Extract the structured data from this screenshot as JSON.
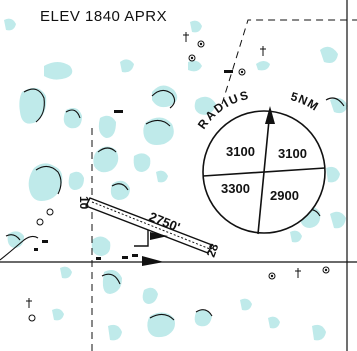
{
  "map": {
    "elevation_label": "ELEV 1840 APRX",
    "radius_label": "RADIUS",
    "radius_value": "5NM",
    "quadrants": {
      "top_left": "3100",
      "top_right": "3100",
      "bottom_left": "3300",
      "bottom_right": "2900"
    },
    "runway": {
      "length_label": "2750'",
      "end_west": "10",
      "end_east": "28"
    },
    "colors": {
      "water": "#bfeaea",
      "line": "#111111",
      "background": "#ffffff"
    }
  }
}
